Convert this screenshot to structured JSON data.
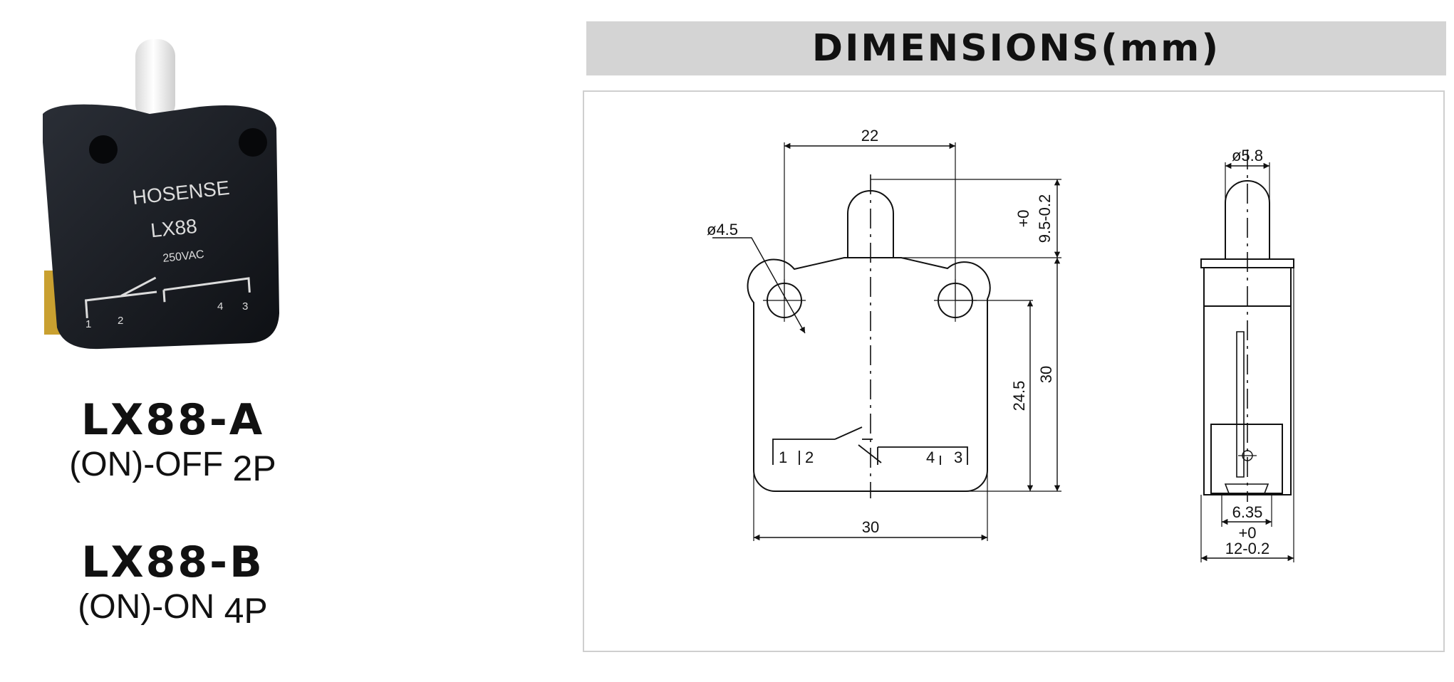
{
  "product": {
    "brand": "HOSENSE",
    "model": "LX88",
    "rating": "250VAC",
    "terminals": [
      "1",
      "2",
      "4",
      "3"
    ]
  },
  "variants": [
    {
      "title": "LX88-A",
      "function": "(ON)-OFF",
      "poles": "2P"
    },
    {
      "title": "LX88-B",
      "function": "(ON)-ON",
      "poles": "4P"
    }
  ],
  "dimensions": {
    "header": "DIMENSIONS(mm)",
    "front": {
      "hole_spacing": "22",
      "hole_diameter": "ø4.5",
      "plunger_tol": "+0",
      "plunger_height": "9.5-0.2",
      "hole_height": "24.5",
      "body_height": "30",
      "body_width": "30",
      "terminals": [
        "1",
        "2",
        "4",
        "3"
      ]
    },
    "side": {
      "plunger_diameter": "ø5.8",
      "terminal_width": "6.35",
      "depth_tol": "+0",
      "depth": "12-0.2"
    }
  }
}
